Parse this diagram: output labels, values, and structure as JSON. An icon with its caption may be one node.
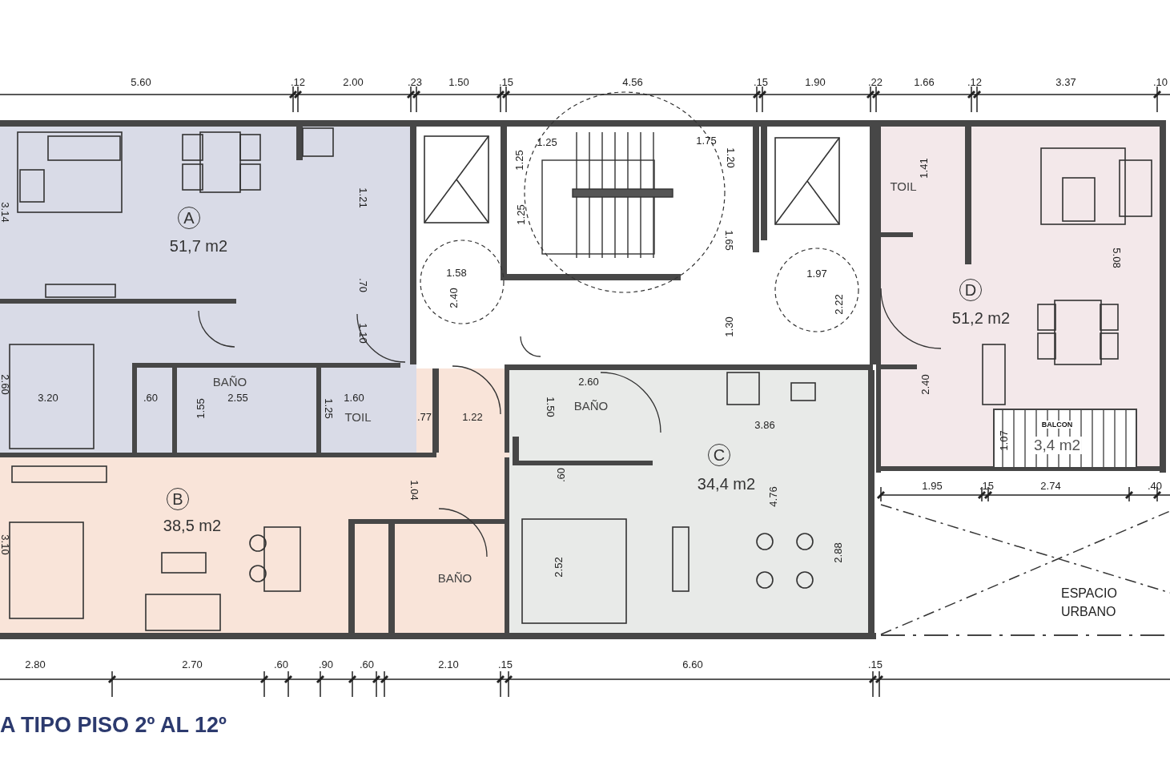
{
  "diagram": {
    "title": "A TIPO PISO 2º AL 12º",
    "nodes": [
      {
        "text": [
          "A",
          "51,7 m2"
        ]
      },
      {
        "text": [
          "B",
          "38,5 m2"
        ]
      },
      {
        "text": [
          "C",
          "34,4 m2"
        ]
      },
      {
        "text": [
          "D",
          "51,2 m2"
        ]
      },
      {
        "text": [
          "BALCON",
          "3,4 m2"
        ],
        "in": 3
      },
      {
        "text": [
          "ESPACIO URBANO"
        ]
      }
    ],
    "edges": [],
    "labels": [
      "5.60",
      ".12",
      "2.00",
      ".23",
      "1.50",
      ".15",
      "4.56",
      ".15",
      "1.90",
      ".22",
      "1.66",
      ".12",
      "3.37",
      ".10",
      "3.14",
      "1.21",
      ".70",
      "1.10",
      "2.60",
      "3.20",
      ".60",
      "BAÑO",
      "2.55",
      "1.55",
      "1.60",
      "1.25",
      "TOIL",
      ".77",
      "1.22",
      "1.04",
      "BAÑO",
      "3.10",
      "1.25",
      "1.25",
      "1.25",
      "1.75",
      "1.20",
      "1.58",
      "2.40",
      "1.65",
      "1.97",
      "2.22",
      "1.30",
      "2.60",
      "1.50",
      "BAÑO",
      ".60",
      "3.86",
      "4.76",
      "2.52",
      "2.88",
      "TOIL",
      "1.41",
      "5.08",
      "2.40",
      "1.07",
      "1.95",
      ".15",
      "2.74",
      ".40",
      "2.80",
      "2.70",
      ".60",
      ".90",
      ".60",
      "2.10",
      ".15",
      "6.60",
      ".15"
    ]
  }
}
